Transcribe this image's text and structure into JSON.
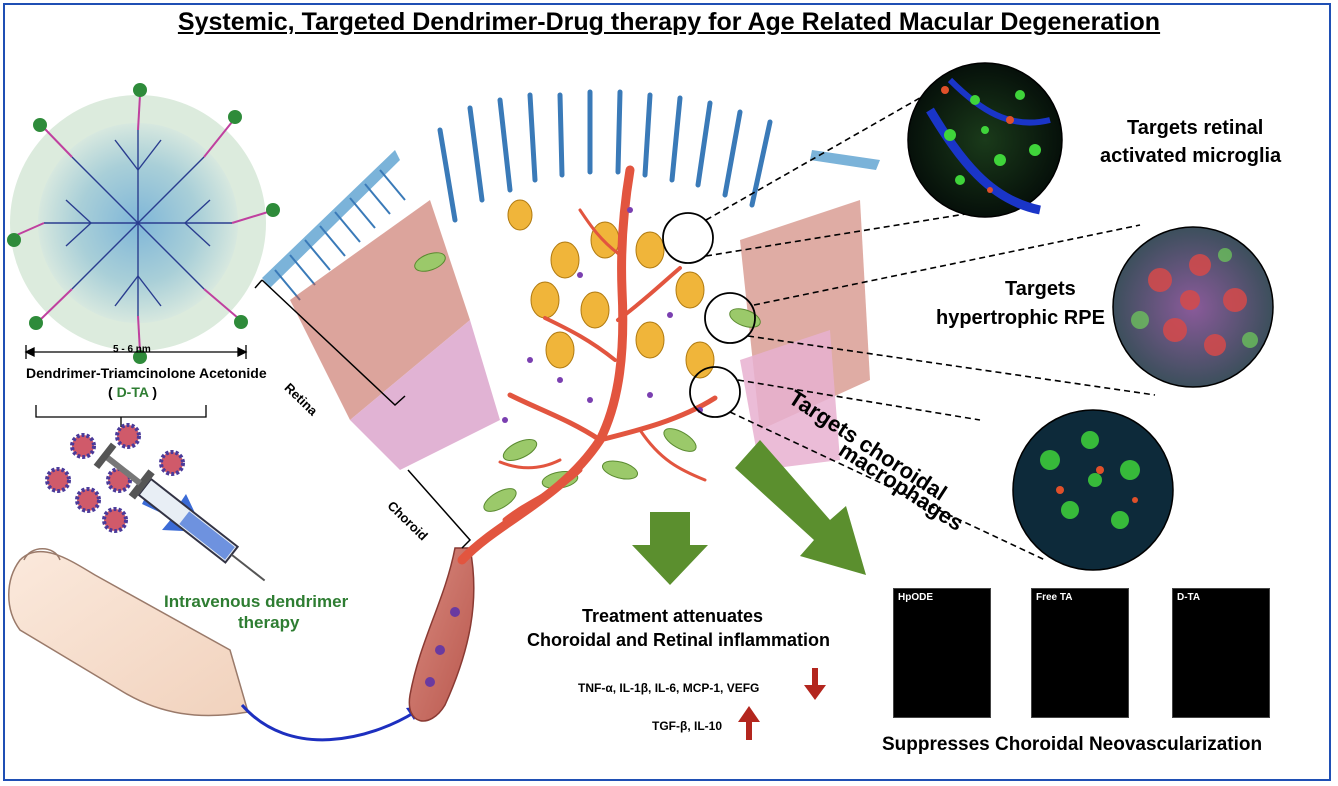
{
  "title": "Systemic, Targeted Dendrimer-Drug therapy for Age Related Macular Degeneration",
  "dendrimer": {
    "size_label": "5 - 6 nm",
    "name": "Dendrimer-Triamcinolone Acetonide",
    "abbr_open": "( ",
    "abbr": "D-TA",
    "abbr_close": " )"
  },
  "iv_label": {
    "line1": "Intravenous dendrimer",
    "line2": "therapy"
  },
  "anatomy": {
    "retina": "Retina",
    "choroid": "Choroid"
  },
  "targets": {
    "microglia_l1": "Targets retinal",
    "microglia_l2": "activated microglia",
    "rpe_l1": "Targets",
    "rpe_l2": "hypertrophic RPE",
    "macro_l1": "Targets choroidal",
    "macro_l2": "macrophages"
  },
  "treatment": {
    "line1": "Treatment attenuates",
    "line2": "Choroidal and Retinal inflammation",
    "down_markers": "TNF-α, IL-1β, IL-6, MCP-1, VEFG",
    "up_markers": "TGF-β, IL-10"
  },
  "cnv": {
    "panels": [
      "HpODE",
      "Free TA",
      "D-TA"
    ],
    "caption": "Suppresses Choroidal Neovascularization"
  },
  "colors": {
    "frame": "#1f4fb4",
    "green_text": "#2e7d32",
    "green_arrow": "#5b8f2e",
    "blue_arrow": "#3b6bd6",
    "red_arrow": "#b3261e",
    "vessel": "#e2553f",
    "cnv_red": "#e23a2a"
  }
}
